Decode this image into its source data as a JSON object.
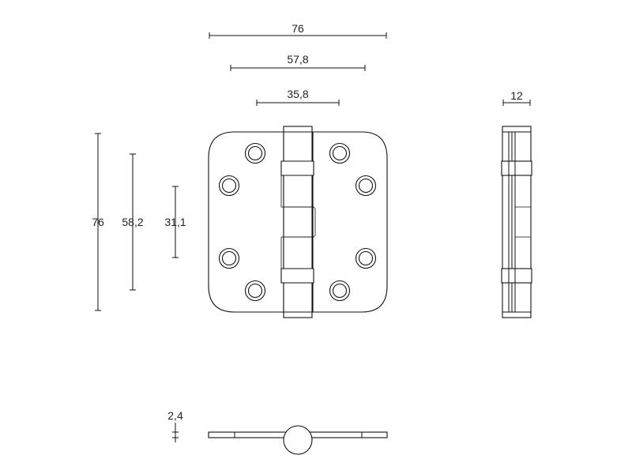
{
  "colors": {
    "line": "#111111",
    "background": "#ffffff",
    "text": "#222222"
  },
  "dimensions": {
    "overall_width": "76",
    "hole_span_outer": "57,8",
    "hole_span_inner": "35,8",
    "side_thickness": "12",
    "overall_height": "76",
    "hole_span_vertical_outer": "58,2",
    "hole_span_vertical_inner": "31,1",
    "leaf_thickness": "2,4"
  }
}
